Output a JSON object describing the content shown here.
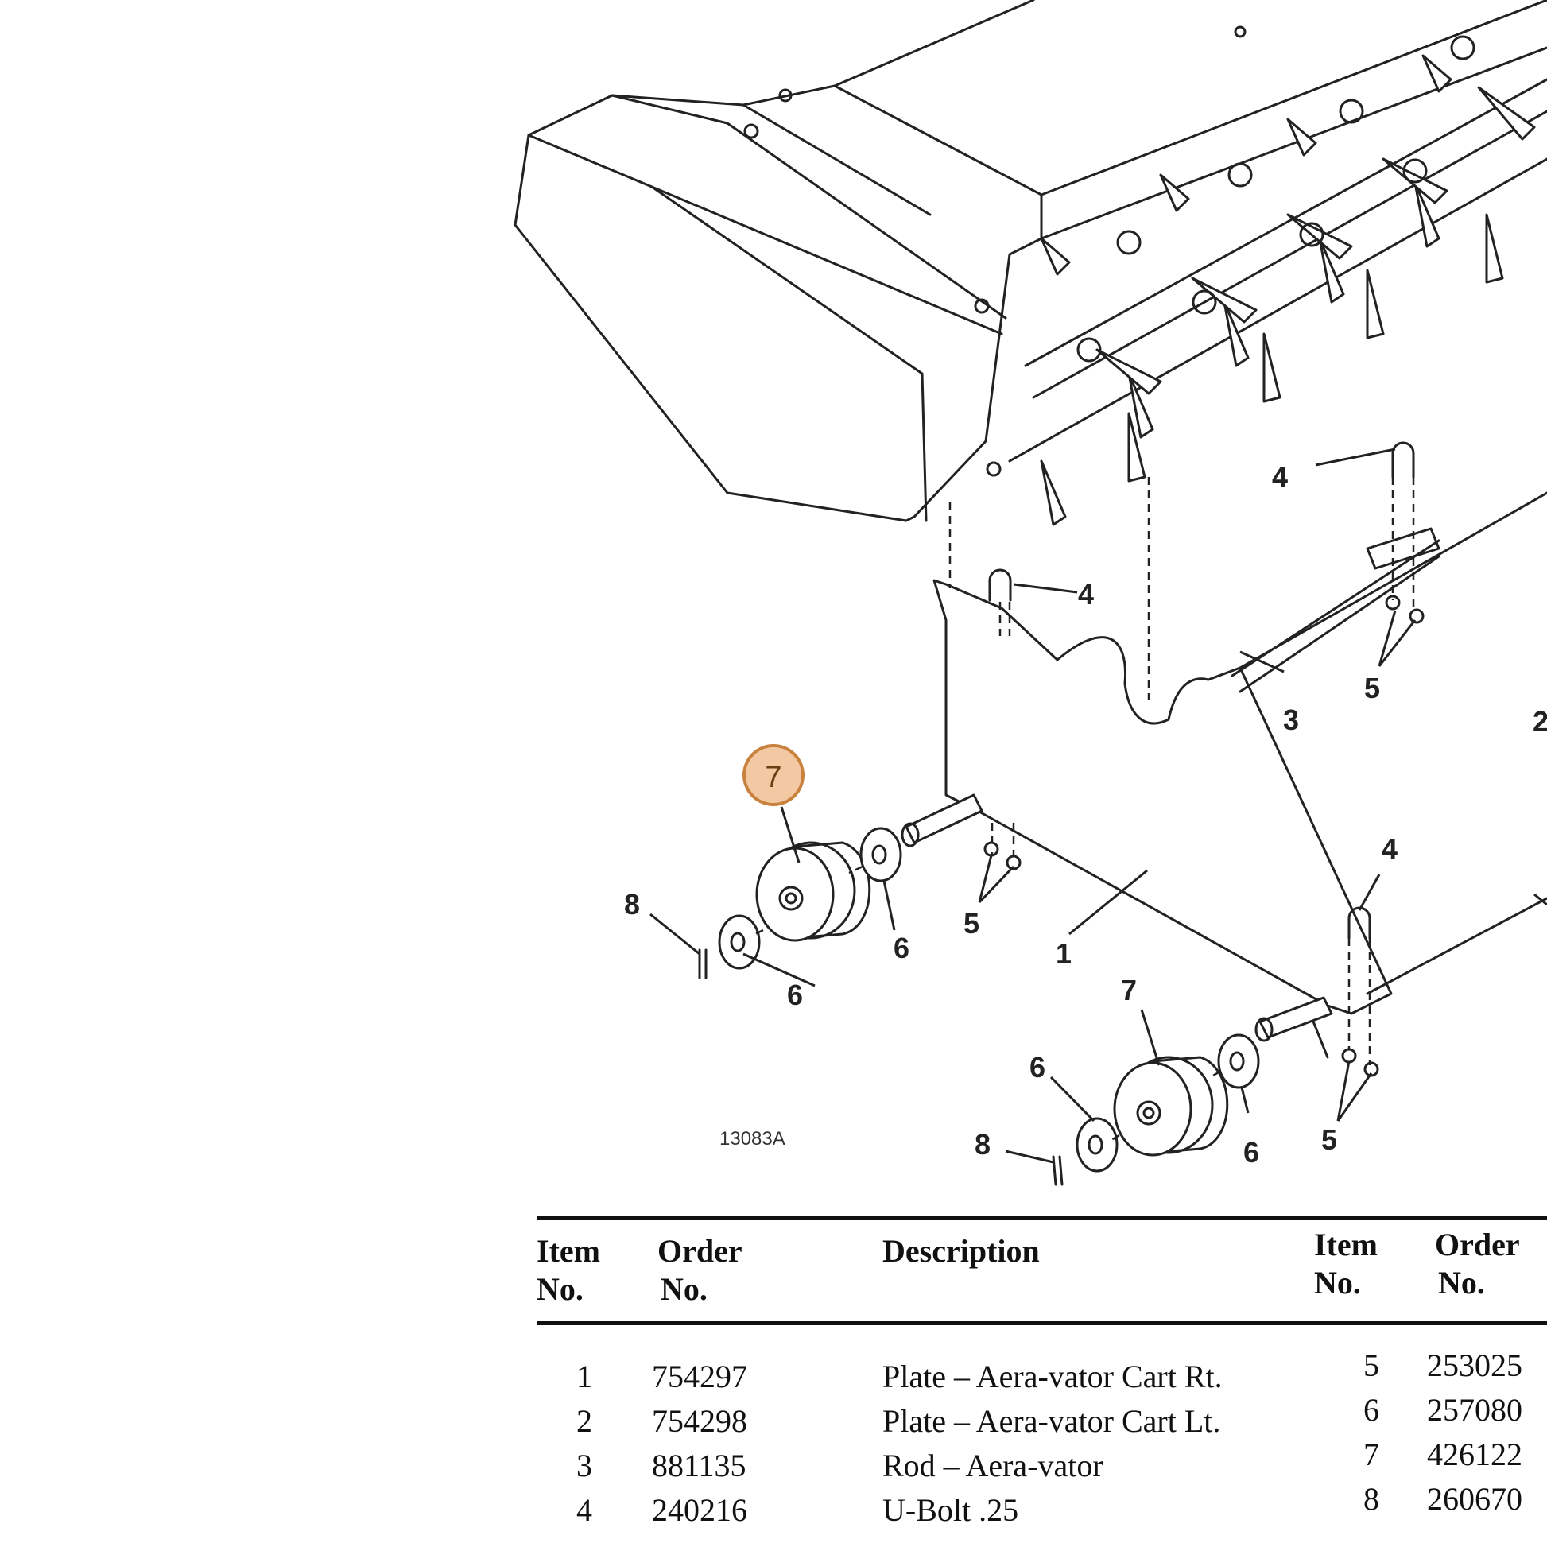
{
  "diagram": {
    "figure_id": "13083A",
    "highlighted_callout": "7",
    "callouts": {
      "c1": "1",
      "c2": "2",
      "c3": "3",
      "c4a": "4",
      "c4b": "4",
      "c4c": "4",
      "c5a": "5",
      "c5b": "5",
      "c5c": "5",
      "c6a": "6",
      "c6b": "6",
      "c6c": "6",
      "c6d": "6",
      "c7b": "7",
      "c8a": "8",
      "c8b": "8"
    },
    "colors": {
      "highlight_fill": "#f2c9a3",
      "highlight_stroke": "#c9813e"
    }
  },
  "parts_table": {
    "headers": {
      "item_l1": "Item",
      "item_l2": "No.",
      "order_l1": "Order",
      "order_l2": "No.",
      "description": "Description",
      "item2_l1": "Item",
      "item2_l2": "No.",
      "order2_l1": "Order",
      "order2_l2": "No."
    },
    "left_rows": [
      {
        "item": "1",
        "order": "754297",
        "description": "Plate – Aera-vator Cart Rt."
      },
      {
        "item": "2",
        "order": "754298",
        "description": "Plate – Aera-vator Cart Lt."
      },
      {
        "item": "3",
        "order": "881135",
        "description": "Rod – Aera-vator"
      },
      {
        "item": "4",
        "order": "240216",
        "description": "U-Bolt .25"
      }
    ],
    "right_rows": [
      {
        "item": "5",
        "order": "253025"
      },
      {
        "item": "6",
        "order": "257080"
      },
      {
        "item": "7",
        "order": "426122"
      },
      {
        "item": "8",
        "order": "260670"
      }
    ]
  }
}
